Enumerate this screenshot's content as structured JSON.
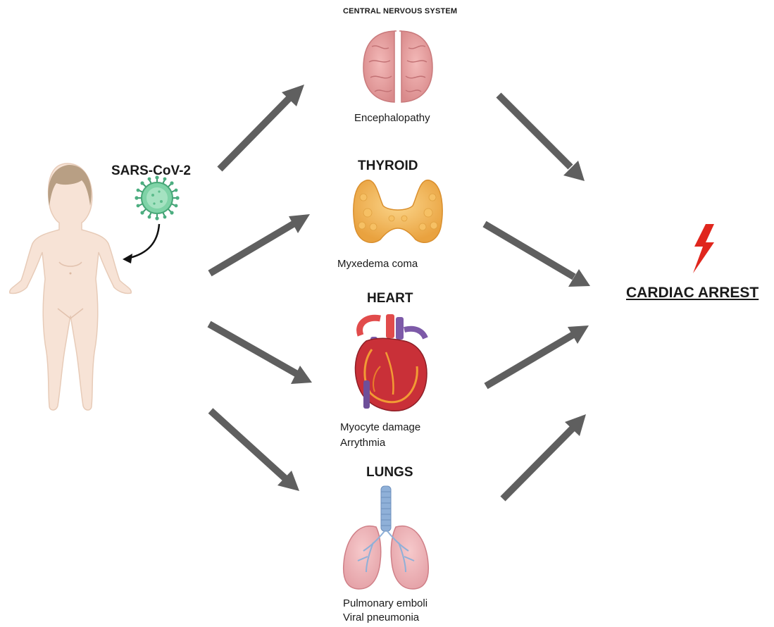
{
  "virus": {
    "label": "SARS-CoV-2",
    "icon": "coronavirus-icon",
    "color": "#58b98a"
  },
  "organs": {
    "cns": {
      "title": "CENTRAL NERVOUS SYSTEM",
      "effect": "Encephalopathy",
      "icon": "brain-icon"
    },
    "thyroid": {
      "title": "THYROID",
      "effect": "Myxedema coma",
      "icon": "thyroid-icon"
    },
    "heart": {
      "title": "HEART",
      "effects": [
        "Myocyte damage",
        "Arrythmia"
      ],
      "icon": "heart-icon"
    },
    "lungs": {
      "title": "LUNGS",
      "effects": [
        "Pulmonary emboli",
        "Viral pneumonia"
      ],
      "icon": "lungs-icon"
    }
  },
  "outcome": {
    "label": "CARDIAC ARREST",
    "icon": "lightning-bolt-icon",
    "color": "#e0261d"
  },
  "person": {
    "icon": "human-body-icon"
  },
  "colors": {
    "arrow": "#5f5f5f",
    "skin": "#f7e3d6",
    "hair": "#b89f84"
  }
}
